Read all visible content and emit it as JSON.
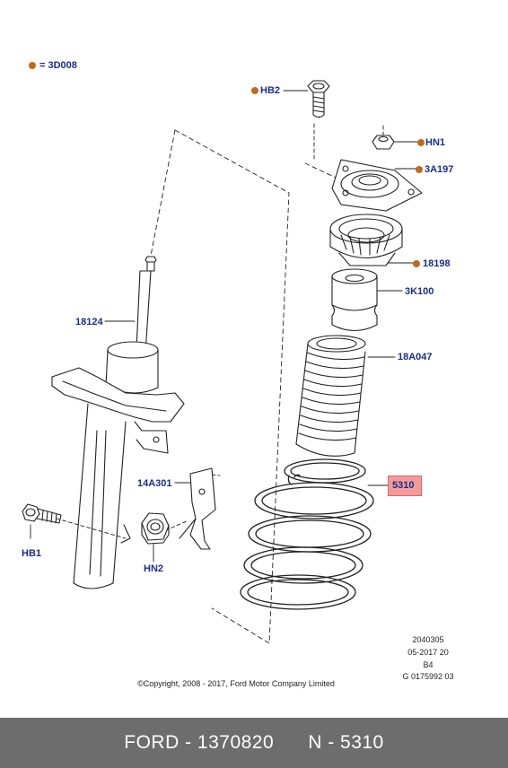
{
  "legend": {
    "code": "= 3D008",
    "dot_color": "#c06a1a"
  },
  "callouts": {
    "hb2": "HB2",
    "hn1": "HN1",
    "a3197": "3A197",
    "p18198": "18198",
    "k3100": "3K100",
    "p18124": "18124",
    "a18047": "18A047",
    "a14301": "14A301",
    "p5310": "5310",
    "hb1": "HB1",
    "hn2": "HN2"
  },
  "meta": {
    "line1": "2040305",
    "line2": "05-2017 20",
    "line3": "B4",
    "line4": "G 0175992 03"
  },
  "copyright": "©Copyright, 2008 - 2017, Ford Motor Company Limited",
  "footer": {
    "brand_part": "FORD - 1370820",
    "ref": "N - 5310"
  },
  "colors": {
    "label": "#1a2c8c",
    "highlight": "#f39b9b",
    "footer_bg": "#6d6d6d"
  }
}
